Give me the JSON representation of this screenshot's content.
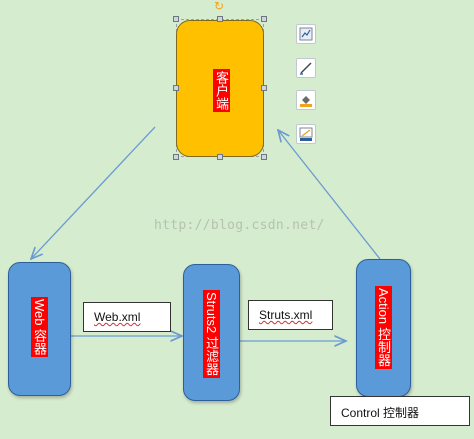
{
  "nodes": {
    "client": {
      "label": "客户端"
    },
    "web": {
      "label": "Web 容器"
    },
    "struts2_filter": {
      "label": "Struts2 过滤器"
    },
    "action_controller": {
      "label": "Action 控制器"
    }
  },
  "edge_labels": {
    "web_xml": "Web.xml",
    "struts_xml": "Struts.xml"
  },
  "control_box": "Control 控制器",
  "watermark": "http://blog.csdn.net/",
  "tools": [
    "chart-layout-icon",
    "pen-style-icon",
    "fill-bucket-icon",
    "outline-color-icon"
  ],
  "colors": {
    "background": "#d6eccf",
    "client_fill": "#ffc000",
    "node_fill": "#5a9ad8",
    "label_fill": "#ff0000",
    "arrow": "#6b9bd1"
  }
}
